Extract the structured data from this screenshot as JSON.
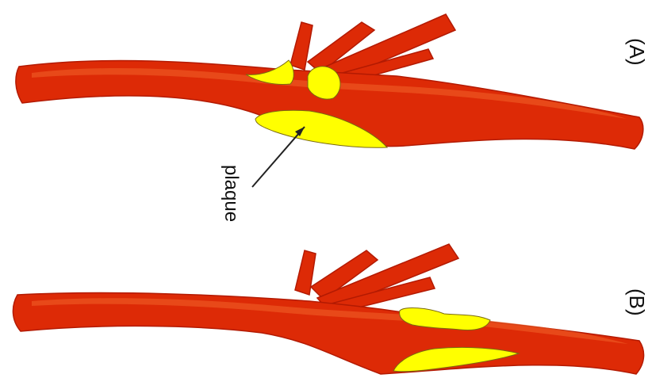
{
  "figure": {
    "panel_a_label": "(A)",
    "panel_b_label": "(B)",
    "plaque_label": "plaque"
  },
  "colors": {
    "artery": "#dd2a06",
    "artery_dark": "#b31a02",
    "artery_highlight": "#f0622a",
    "plaque": "#ffff00",
    "plaque_outline": "#7a6a10",
    "text": "#111111"
  }
}
